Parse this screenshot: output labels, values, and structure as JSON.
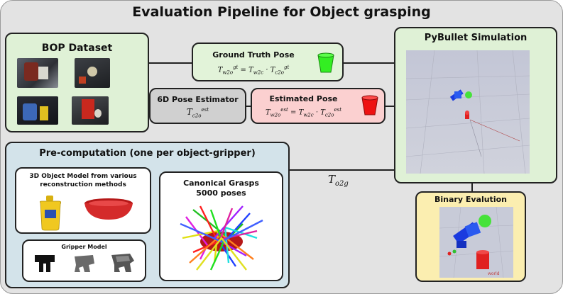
{
  "title": "Evaluation Pipeline for Object grasping",
  "bop": {
    "title": "BOP Dataset",
    "images": [
      "scene-photo-clutter",
      "scene-photo-toys",
      "scene-photo-mug",
      "scene-photo-cheezit"
    ]
  },
  "ground_truth": {
    "title": "Ground Truth Pose",
    "equation": {
      "lhs": "T",
      "lhs_sub": "w2o",
      "lhs_sup": "gt",
      "eq": " = ",
      "a": "T",
      "a_sub": "w2c",
      "dot": " · ",
      "b": "T",
      "b_sub": "c2o",
      "b_sup": "gt"
    },
    "cup_color": "#33ee22"
  },
  "pose_estimator": {
    "title": "6D Pose Estimator",
    "equation": {
      "sym": "T",
      "sub": "c2o",
      "sup": "est"
    }
  },
  "estimated_pose": {
    "title": "Estimated Pose",
    "equation": {
      "lhs": "T",
      "lhs_sub": "w2o",
      "lhs_sup": "est",
      "eq": " = ",
      "a": "T",
      "a_sub": "w2c",
      "dot": " · ",
      "b": "T",
      "b_sub": "c2o",
      "b_sup": "est"
    },
    "cup_color": "#ee1111",
    "box_color": "#fbd0d0"
  },
  "pybullet": {
    "title": "PyBullet Simulation"
  },
  "precomputation": {
    "title": "Pre-computation (one per object-gripper)",
    "object_model": {
      "title_line1": "3D Object Model from various",
      "title_line2": "reconstruction methods"
    },
    "gripper_model": {
      "title": "Gripper Model"
    },
    "canonical": {
      "title_line1": "Canonical Grasps",
      "title_line2": "5000 poses"
    }
  },
  "transform_label": {
    "sym": "T",
    "sub": "o2g"
  },
  "binary_eval": {
    "title": "Binary Evalution",
    "box_color": "#fbeeb0",
    "world_label": "world"
  },
  "colors": {
    "panel_green": "#dff1d6",
    "panel_blue": "#d3e3ea",
    "sim_bg": "#c8cbd8"
  }
}
